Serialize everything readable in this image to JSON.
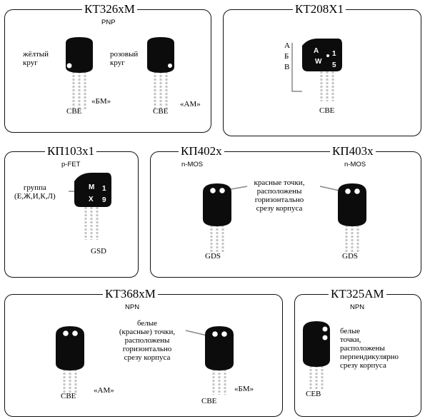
{
  "panels": {
    "kt326": {
      "title": "КТ326хМ",
      "subtitle": "PNP",
      "left_label": [
        "жёлтый",
        "круг"
      ],
      "right_label": [
        "розовый",
        "круг"
      ],
      "left_pins": "CBE",
      "right_pins": "CBE",
      "left_mark": "«БМ»",
      "right_mark": "«АМ»"
    },
    "kt208": {
      "title": "КТ208Х1",
      "pin_letters": [
        "А",
        "Б",
        "В"
      ],
      "body_marks": {
        "letter": "A",
        "w": "W",
        "one": "1",
        "five": "5"
      },
      "pins": "CBE"
    },
    "kp103": {
      "title": "КП103х1",
      "subtitle": "p-FET",
      "group_label": [
        "группа",
        "(Е,Ж,И,К,Л)"
      ],
      "body_marks": {
        "m": "M",
        "one": "1",
        "x": "X",
        "nine": "9"
      },
      "pins": "GSD"
    },
    "kp402": {
      "title_left": "КП402х",
      "subtitle_left": "n-MOS",
      "title_right": "КП403х",
      "subtitle_right": "n-MOS",
      "center_label": [
        "красные точки,",
        "расположены",
        "горизонтально",
        "срезу корпуса"
      ],
      "left_pins": "GDS",
      "right_pins": "GDS"
    },
    "kt368": {
      "title": "КТ368хМ",
      "subtitle": "NPN",
      "center_label": [
        "белые",
        "(красные) точки,",
        "расположены",
        "горизонтально",
        "срезу корпуса"
      ],
      "left_pins": "CBE",
      "right_pins": "CBE",
      "left_mark": "«АМ»",
      "right_mark": "«БМ»"
    },
    "kt325": {
      "title": "КТ325АМ",
      "subtitle": "NPN",
      "label": [
        "белые",
        "точки,",
        "расположены",
        "перпендикулярно",
        "срезу корпуса"
      ],
      "pins": "CEB"
    }
  },
  "colors": {
    "body": "#0c0c0c",
    "dot": "#ffffff",
    "leads": "#bfbfbf",
    "border": "#111111"
  }
}
